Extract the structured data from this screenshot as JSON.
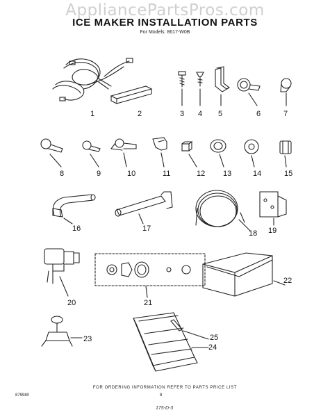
{
  "watermark": "AppliancePartsPros.com",
  "title": "ICE MAKER INSTALLATION PARTS",
  "models": "For Models: 8617-W0B",
  "parts": [
    {
      "key": "p1",
      "ref": "1"
    },
    {
      "key": "p2",
      "ref": "2"
    },
    {
      "key": "p3",
      "ref": "3"
    },
    {
      "key": "p4",
      "ref": "4"
    },
    {
      "key": "p5",
      "ref": "5"
    },
    {
      "key": "p6",
      "ref": "6"
    },
    {
      "key": "p7",
      "ref": "7"
    },
    {
      "key": "p8",
      "ref": "8"
    },
    {
      "key": "p9",
      "ref": "9"
    },
    {
      "key": "p10",
      "ref": "10"
    },
    {
      "key": "p11",
      "ref": "11"
    },
    {
      "key": "p12",
      "ref": "12"
    },
    {
      "key": "p13",
      "ref": "13"
    },
    {
      "key": "p14",
      "ref": "14"
    },
    {
      "key": "p15",
      "ref": "15"
    },
    {
      "key": "p16",
      "ref": "16"
    },
    {
      "key": "p17",
      "ref": "17"
    },
    {
      "key": "p18",
      "ref": "18"
    },
    {
      "key": "p19",
      "ref": "19"
    },
    {
      "key": "p20",
      "ref": "20"
    },
    {
      "key": "p21",
      "ref": "21"
    },
    {
      "key": "p22",
      "ref": "22"
    },
    {
      "key": "p23",
      "ref": "23"
    },
    {
      "key": "p24",
      "ref": "24"
    },
    {
      "key": "p25",
      "ref": "25"
    }
  ],
  "footer": {
    "ordering_note": "FOR ORDERING INFORMATION REFER TO PARTS PRICE LIST",
    "code": "879980",
    "page": "8",
    "signature": "175-D-3"
  }
}
